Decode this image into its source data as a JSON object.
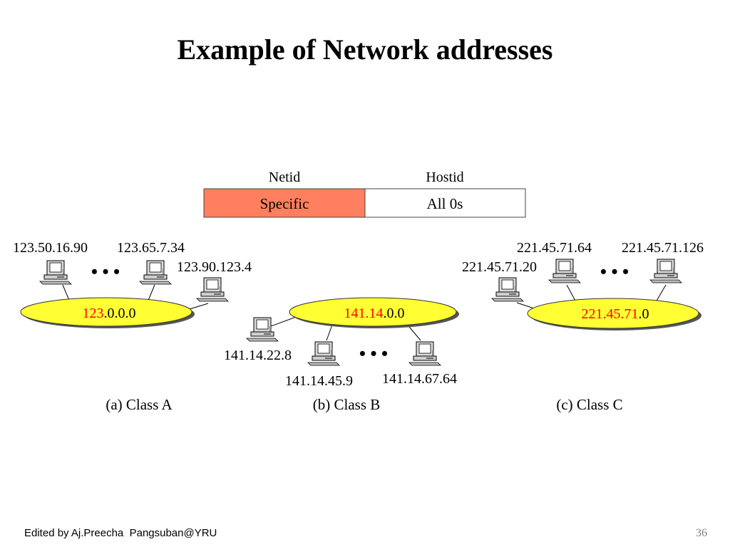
{
  "slide": {
    "title": "Example of Network addresses",
    "footer": "Edited by Aj.Preecha  Pangsuban@YRU",
    "page_number": "36"
  },
  "address_format": {
    "left_header": "Netid",
    "right_header": "Hostid",
    "left_cell": "Specific",
    "right_cell": "All 0s",
    "netid_color": "#ff7f5f"
  },
  "colors": {
    "network_fill": "#ffff33",
    "netid_highlight": "#ff0000"
  },
  "networks": [
    {
      "id": "class-a",
      "caption": "(a) Class A",
      "net_prefix": "123",
      "net_suffix": ".0.0.0",
      "hosts": [
        "123.50.16.90",
        "123.65.7.34",
        "123.90.123.4"
      ],
      "ellipsis": "• • •"
    },
    {
      "id": "class-b",
      "caption": "(b) Class B",
      "net_prefix": "141.14",
      "net_suffix": ".0.0",
      "hosts": [
        "141.14.22.8",
        "141.14.45.9",
        "141.14.67.64"
      ],
      "ellipsis": "• • •"
    },
    {
      "id": "class-c",
      "caption": "(c) Class C",
      "net_prefix": "221.45.71",
      "net_suffix": ".0",
      "hosts": [
        "221.45.71.20",
        "221.45.71.64",
        "221.45.71.126"
      ],
      "ellipsis": "• • •"
    }
  ]
}
